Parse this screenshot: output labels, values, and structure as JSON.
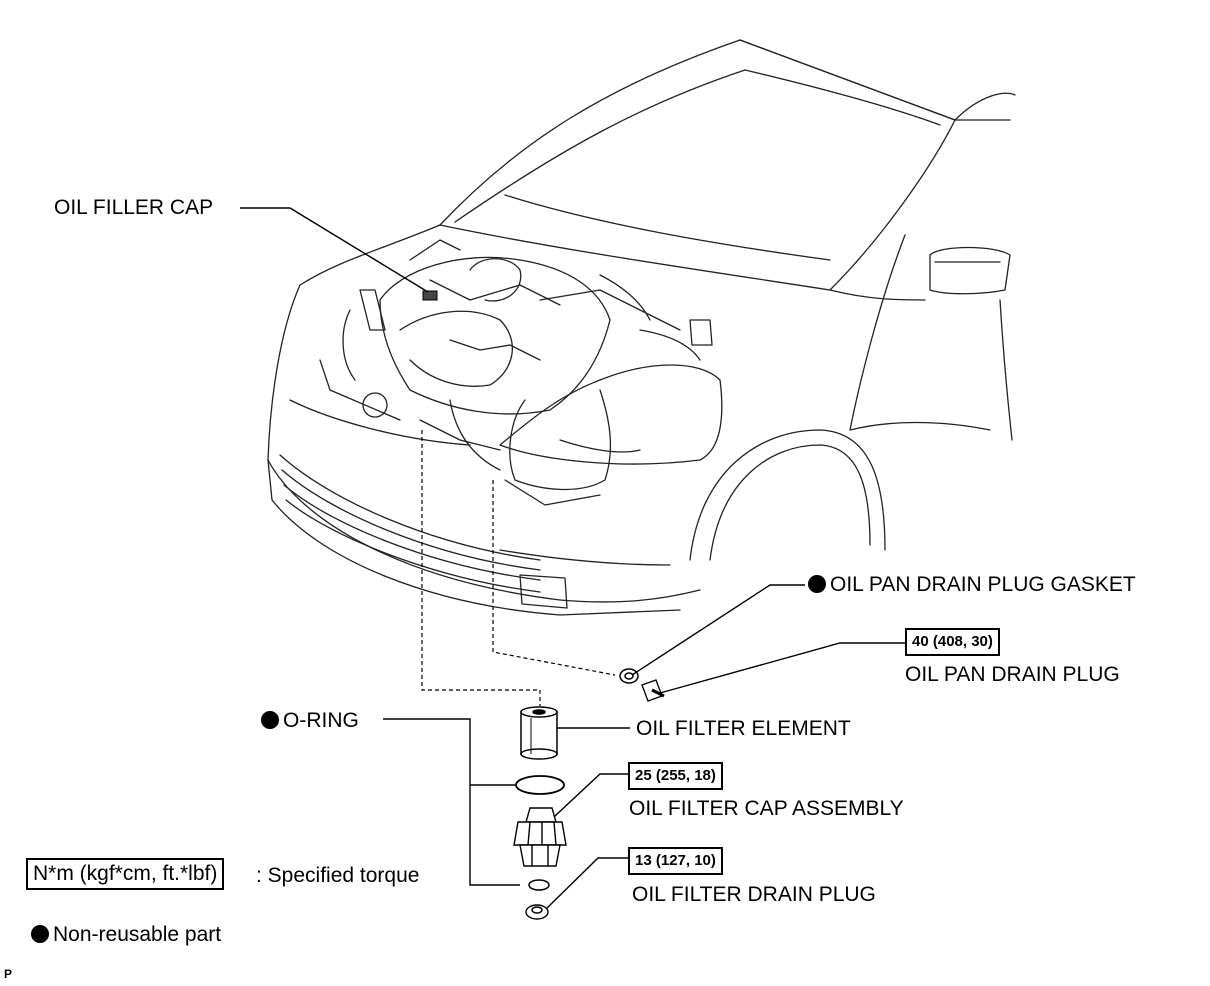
{
  "labels": {
    "oil_filler_cap": "OIL FILLER CAP",
    "oil_pan_drain_plug_gasket": "OIL PAN DRAIN PLUG GASKET",
    "oil_pan_drain_plug": "OIL PAN DRAIN PLUG",
    "o_ring": "O-RING",
    "oil_filter_element": "OIL FILTER ELEMENT",
    "oil_filter_cap_assembly": "OIL FILTER CAP ASSEMBLY",
    "oil_filter_drain_plug": "OIL FILTER DRAIN PLUG"
  },
  "torques": {
    "oil_pan_drain_plug": "40 (408, 30)",
    "oil_filter_cap_assembly": "25 (255, 18)",
    "oil_filter_drain_plug": "13 (127, 10)"
  },
  "legend": {
    "torque_unit": "N*m (kgf*cm, ft.*lbf)",
    "torque_text": ": Specified torque",
    "non_reusable": "Non-reusable part"
  },
  "corner_mark": "P"
}
